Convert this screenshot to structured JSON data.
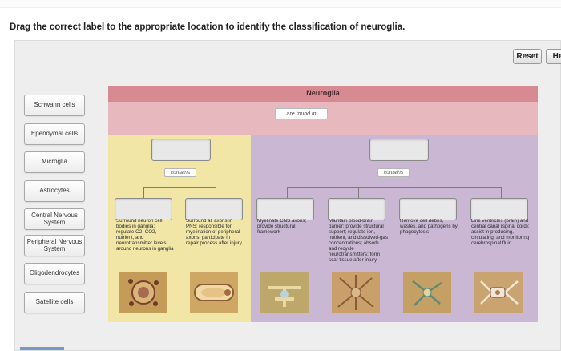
{
  "top_strip_text": "",
  "instruction": "Drag the correct label to the appropriate location to identify the classification of neuroglia.",
  "buttons": {
    "reset": "Reset",
    "help": "He"
  },
  "labels": [
    "Schwann cells",
    "Ependymal cells",
    "Microglia",
    "Astrocytes",
    "Central Nervous System",
    "Peripheral Nervous System",
    "Oligodendrocytes",
    "Satellite cells"
  ],
  "diagram": {
    "title": "Neuroglia",
    "found_in": "are found in",
    "contains_left": "contains",
    "contains_right": "contains",
    "descriptions": [
      "Surround neuron cell bodies in ganglia; regulate O2, CO2, nutrient, and neurotransmitter levels around neurons in ganglia",
      "Surround all axons in PNS; responsible for myelination of peripheral axons; participate in repair process after injury",
      "Myelinate CNS axons; provide structural framework",
      "Maintain blood-brain barrier; provide structural support; regulate ion, nutrient, and dissolved-gas concentrations; absorb and recycle neurotransmitters; form scar tissue after injury",
      "Remove cell debris, wastes, and pathogens by phagocytosis",
      "Line ventricles (brain) and central canal (spinal cord); assist in producing, circulating, and monitoring cerebrospinal fluid"
    ]
  },
  "colors": {
    "header": "#d88a93",
    "band": "#e7b9be",
    "pns": "#f1e6a5",
    "cns": "#c9b7d3",
    "image_bg": "#c9a25b"
  },
  "icons": [
    "satellite-cells-micrograph",
    "schwann-cell-micrograph",
    "oligodendrocyte-micrograph",
    "astrocyte-micrograph",
    "microglia-micrograph",
    "ependymal-cell-micrograph"
  ]
}
